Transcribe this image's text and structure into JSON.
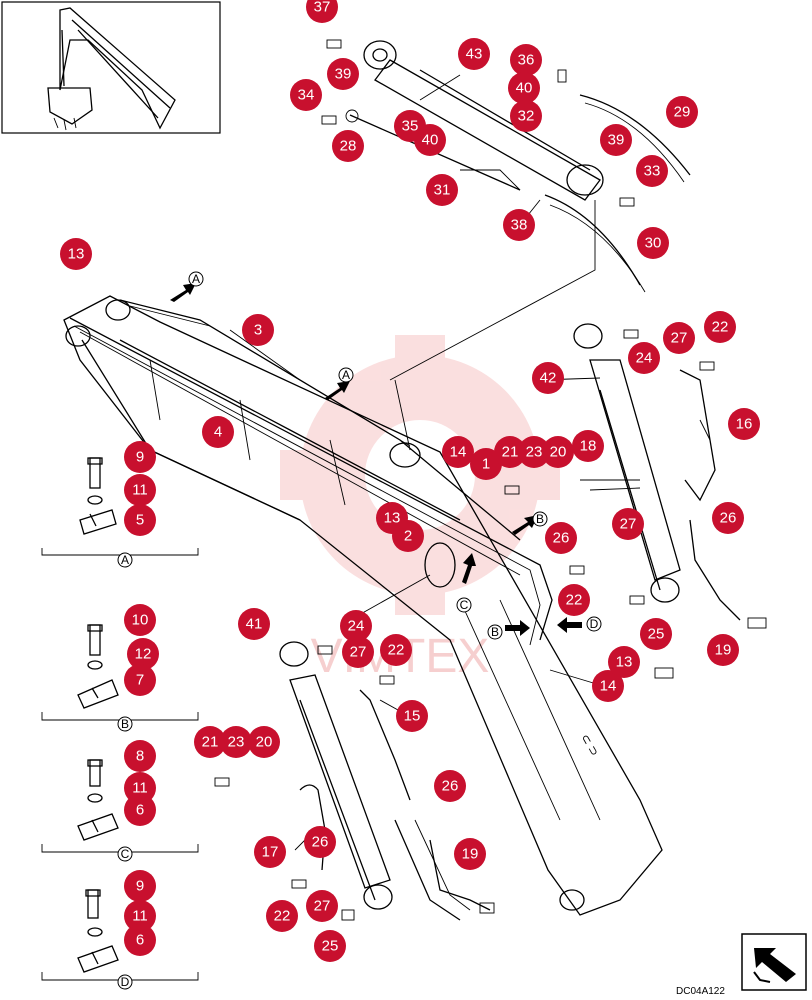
{
  "doc_id": "DC04A122",
  "watermark": "VIMTEX",
  "colors": {
    "callout": "#c8102e",
    "callout_text": "#ffffff",
    "line": "#000000",
    "watermark": "#f3b3b3"
  },
  "callouts": [
    "37",
    "43",
    "36",
    "39",
    "40",
    "34",
    "32",
    "29",
    "35",
    "40",
    "39",
    "28",
    "33",
    "31",
    "38",
    "30",
    "13",
    "3",
    "27",
    "22",
    "24",
    "42",
    "16",
    "4",
    "14",
    "1",
    "21",
    "23",
    "20",
    "18",
    "9",
    "11",
    "13",
    "5",
    "2",
    "26",
    "27",
    "26",
    "22",
    "24",
    "41",
    "27",
    "22",
    "14",
    "13",
    "25",
    "19",
    "10",
    "12",
    "7",
    "15",
    "21",
    "23",
    "20",
    "26",
    "8",
    "11",
    "6",
    "17",
    "26",
    "19",
    "9",
    "27",
    "22",
    "11",
    "6",
    "25"
  ],
  "arrow_labels": [
    "A",
    "A",
    "B",
    "C",
    "B",
    "D"
  ],
  "detail_views": [
    {
      "label": "A",
      "parts": [
        "9",
        "11",
        "5"
      ]
    },
    {
      "label": "B",
      "parts": [
        "10",
        "12",
        "7"
      ]
    },
    {
      "label": "C",
      "parts": [
        "8",
        "11",
        "6"
      ]
    },
    {
      "label": "D",
      "parts": [
        "9",
        "11",
        "6"
      ]
    }
  ]
}
